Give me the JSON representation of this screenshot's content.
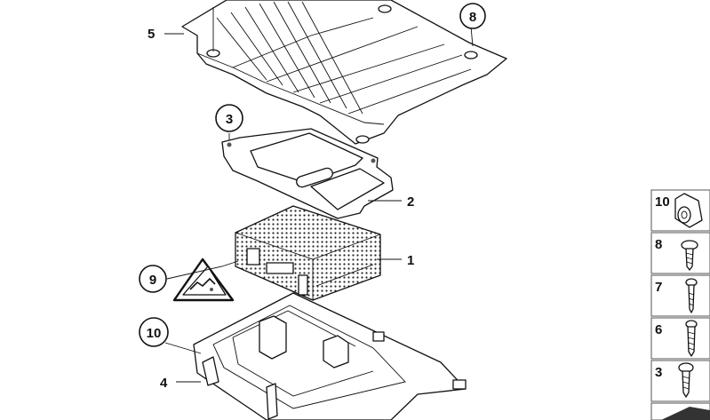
{
  "diagram": {
    "callouts": [
      {
        "id": "1",
        "label": "1"
      },
      {
        "id": "2",
        "label": "2"
      },
      {
        "id": "3",
        "label": "3"
      },
      {
        "id": "4",
        "label": "4"
      },
      {
        "id": "5",
        "label": "5"
      },
      {
        "id": "8",
        "label": "8"
      },
      {
        "id": "9",
        "label": "9"
      },
      {
        "id": "10",
        "label": "10"
      }
    ],
    "legend": [
      {
        "label": "10",
        "icon": "clip-nut-icon"
      },
      {
        "label": "8",
        "icon": "pan-head-screw-icon"
      },
      {
        "label": "7",
        "icon": "pin-screw-icon"
      },
      {
        "label": "6",
        "icon": "tapping-screw-icon"
      },
      {
        "label": "3",
        "icon": "washer-screw-icon"
      }
    ]
  }
}
